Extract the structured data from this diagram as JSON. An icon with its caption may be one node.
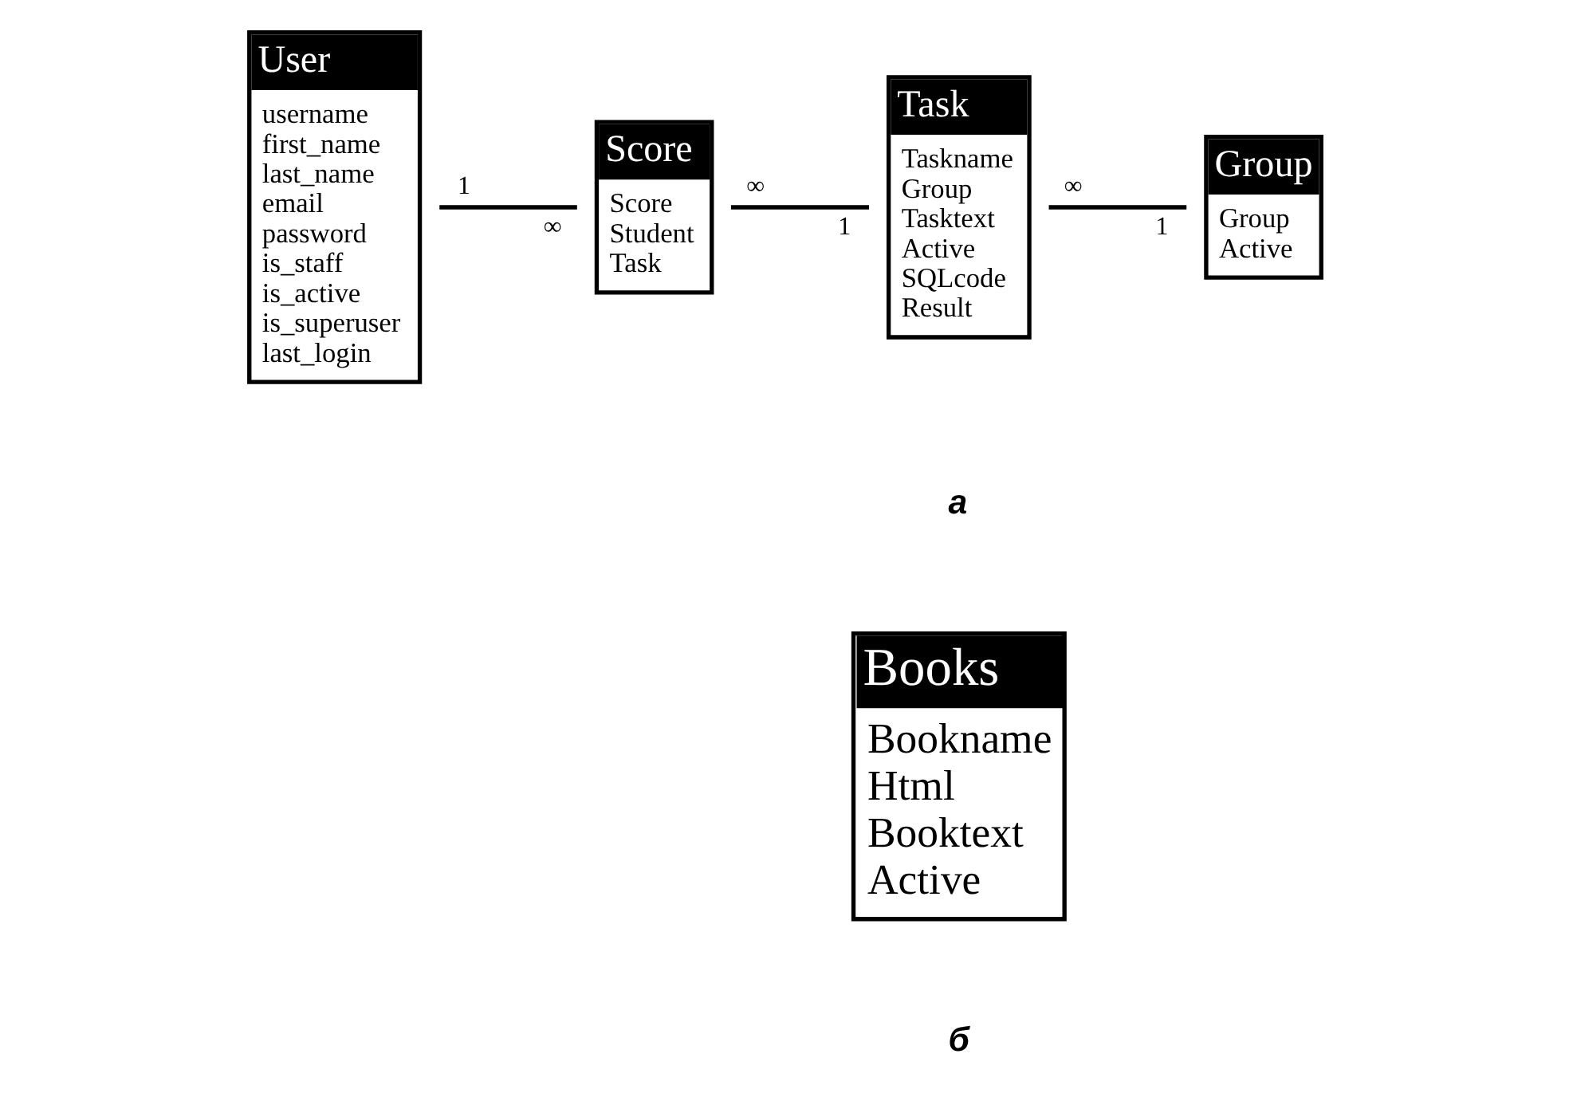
{
  "diagram": {
    "nodes": [
      {
        "text": [
          "User",
          "username",
          "first_name",
          "last_name",
          "email",
          "password",
          "is_staff",
          "is_active",
          "is_superuser",
          "last_login"
        ]
      },
      {
        "text": [
          "Score",
          "Score",
          "Student",
          "Task"
        ]
      },
      {
        "text": [
          "Task",
          "Taskname",
          "Group",
          "Tasktext",
          "Active",
          "SQLcode",
          "Result"
        ]
      },
      {
        "text": [
          "Group",
          "Group",
          "Active"
        ]
      },
      {
        "text": [
          "Books",
          "Bookname",
          "Html",
          "Booktext",
          "Active"
        ]
      }
    ],
    "edges": [
      {
        "from": 0,
        "to": 1,
        "arrow": "none"
      },
      {
        "from": 1,
        "to": 2,
        "arrow": "none"
      },
      {
        "from": 2,
        "to": 3,
        "arrow": "none"
      }
    ],
    "labels": [
      "1",
      "∞",
      "∞",
      "1",
      "∞",
      "1",
      "а",
      "б"
    ]
  }
}
